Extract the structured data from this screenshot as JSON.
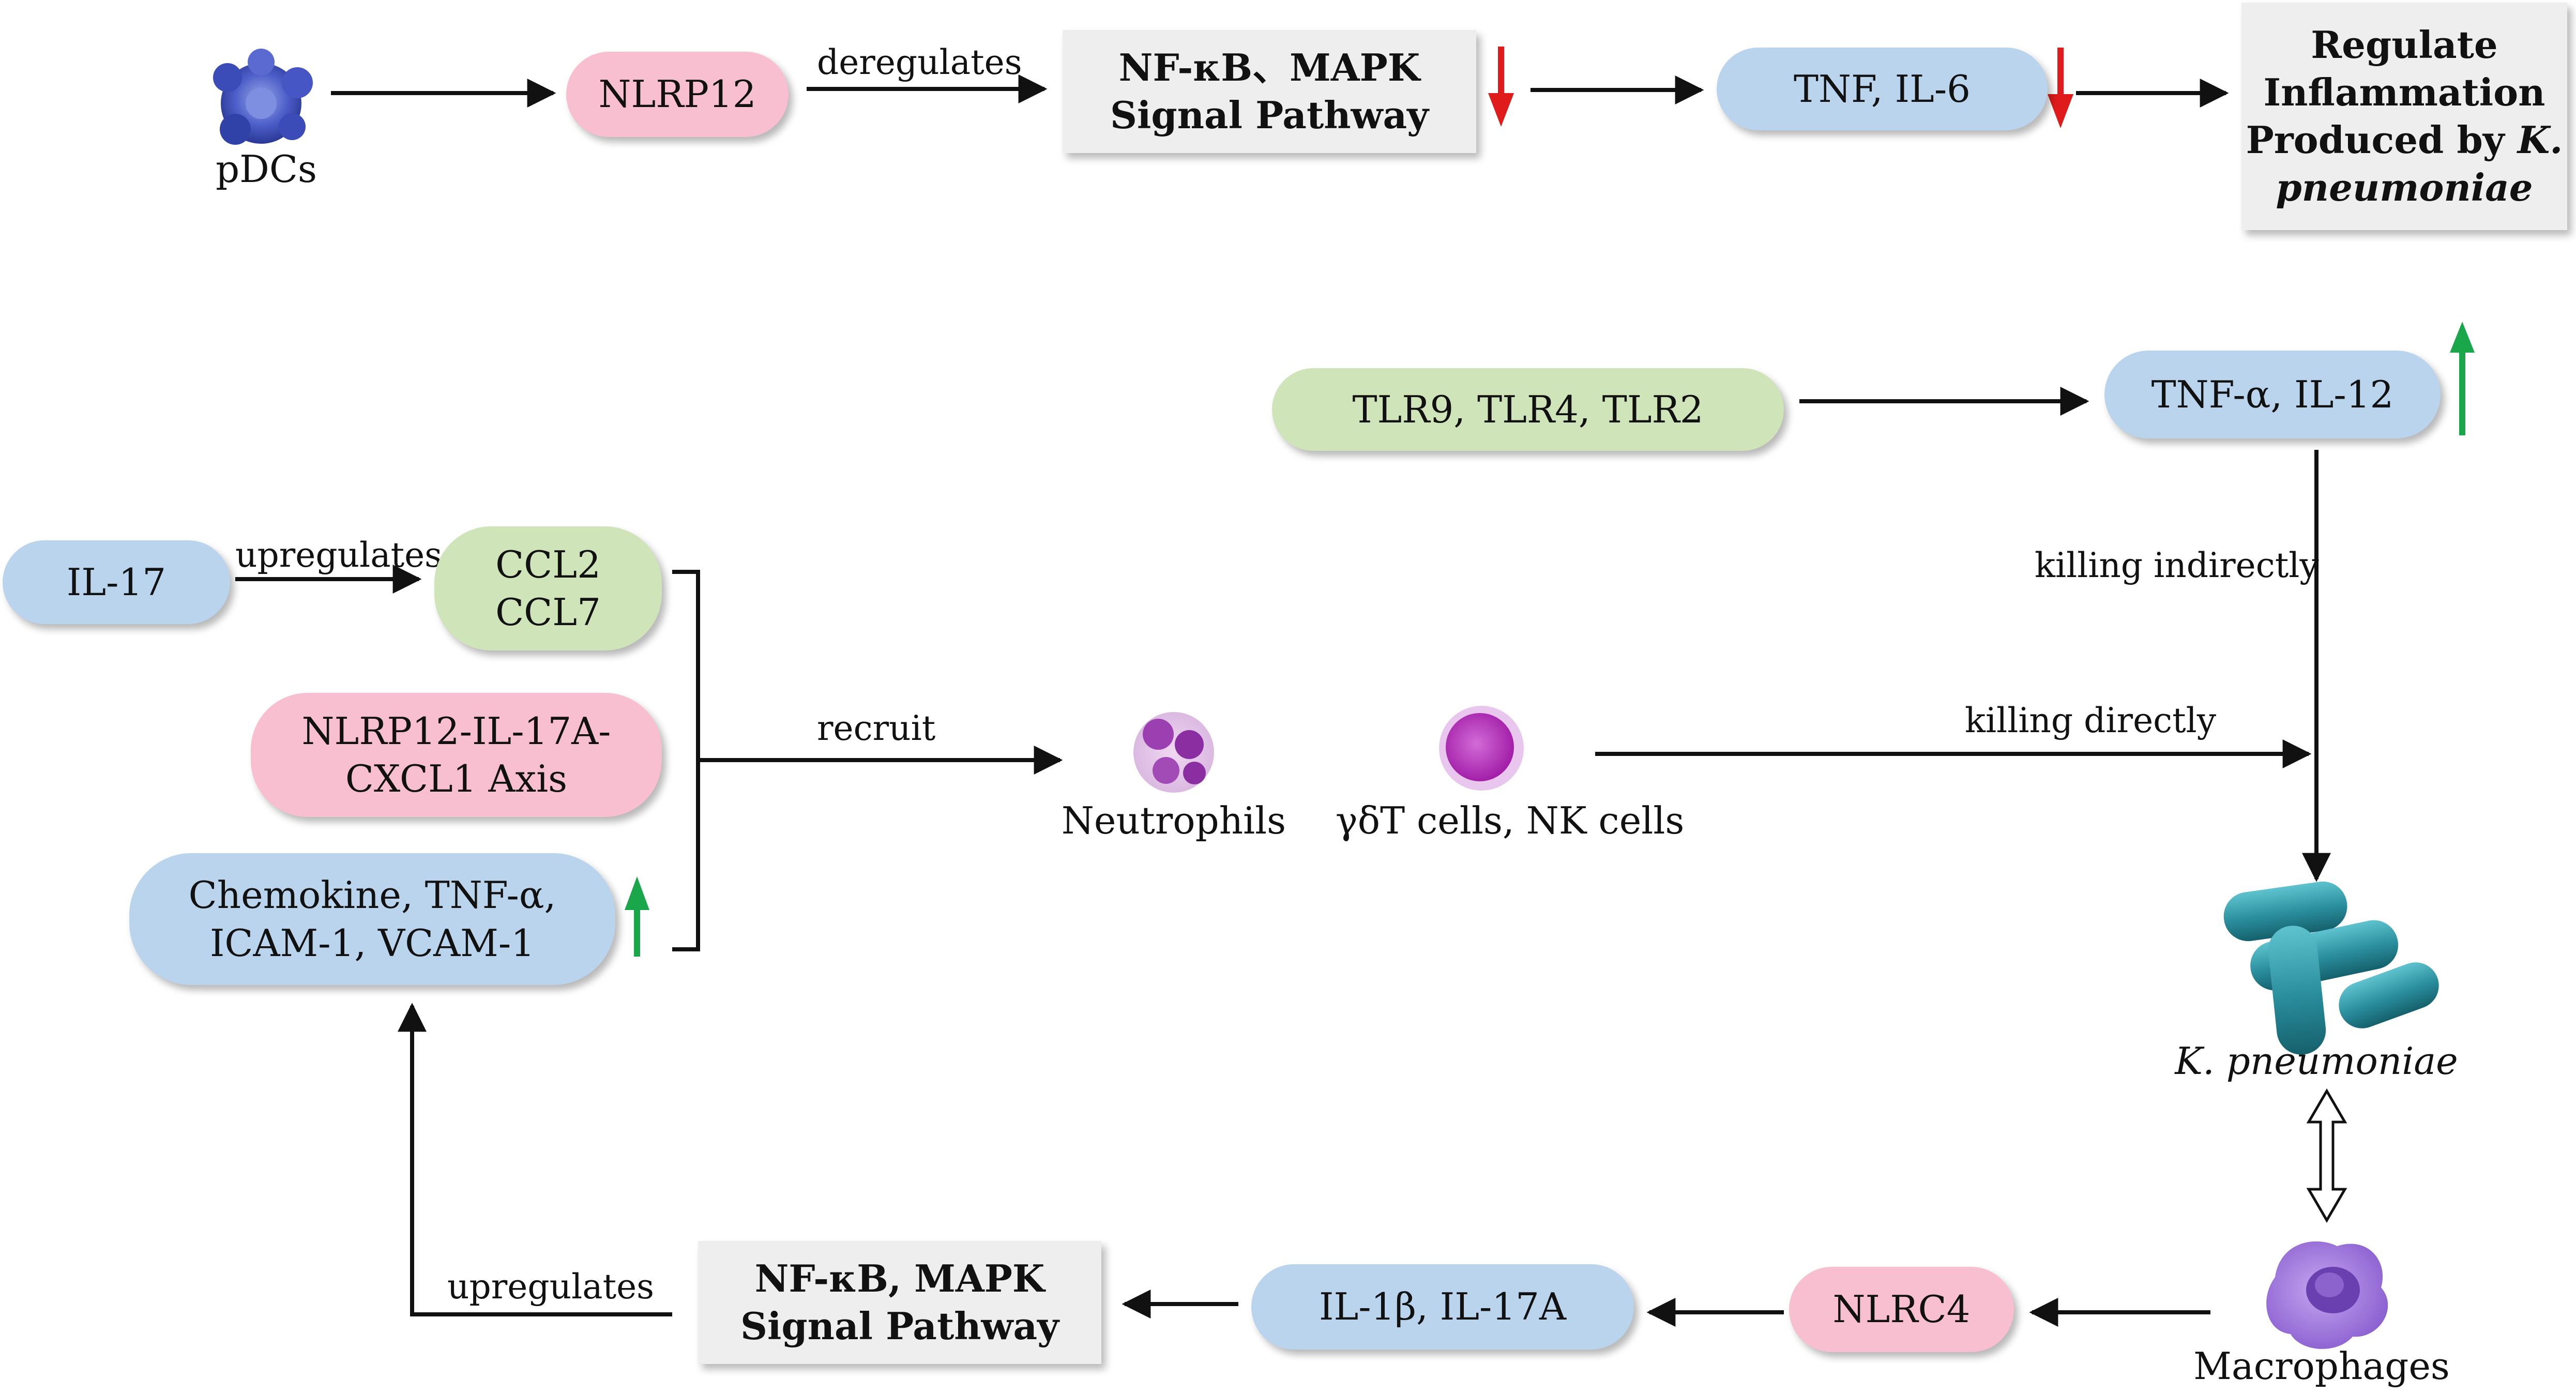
{
  "top": {
    "pdcs_label": "pDCs",
    "nlrp12": "NLRP12",
    "deregulates_label": "deregulates",
    "pathway_line1": "NF-κB、MAPK",
    "pathway_line2": "Signal Pathway",
    "tnf_il6": "TNF, IL-6",
    "regulate_line1": "Regulate",
    "regulate_line2": "Inflammation",
    "regulate_line3": "Produced by",
    "regulate_italic1": "K.",
    "regulate_italic2": "pneumoniae"
  },
  "middle": {
    "tlr": "TLR9, TLR4, TLR2",
    "tnf_il12": "TNF-α, IL-12",
    "killing_indirectly": "killing indirectly",
    "killing_directly": "killing directly",
    "il17": "IL-17",
    "upregulates_label": "upregulates",
    "ccl_line1": "CCL2",
    "ccl_line2": "CCL7",
    "nlrp12_axis_line1": "NLRP12-IL-17A-",
    "nlrp12_axis_line2": "CXCL1 Axis",
    "chemokine_line1": "Chemokine, TNF-α,",
    "chemokine_line2": "ICAM-1, VCAM-1",
    "recruit_label": "recruit",
    "neutrophils_label": "Neutrophils",
    "gdt_label": "γδT  cells, NK cells",
    "kpneumoniae_label": "K. pneumoniae"
  },
  "bottom": {
    "upregulates_label": "upregulates",
    "pathway_line1": "NF-κB, MAPK",
    "pathway_line2": "Signal Pathway",
    "il1b_il17a": "IL-1β, IL-17A",
    "nlrc4": "NLRC4",
    "macrophages_label": "Macrophages"
  },
  "colors": {
    "pink_pill": "#f7bfcf",
    "blue_pill": "#b9d4ec",
    "green_pill": "#cfe4b8",
    "gray_box": "#eeeeee",
    "down_arrow": "#e01b1b",
    "up_arrow": "#1aa64a"
  }
}
